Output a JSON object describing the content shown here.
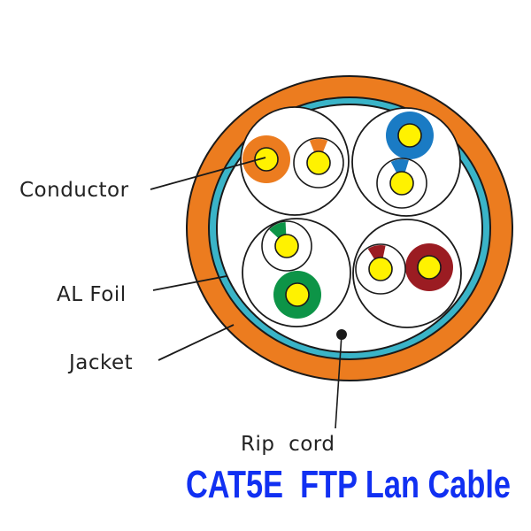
{
  "diagram": {
    "title": "CAT5E  FTP Lan Cable",
    "labels": {
      "conductor": "Conductor",
      "al_foil": "AL Foil",
      "jacket": "Jacket",
      "rip_cord": "Rip  cord"
    },
    "colors": {
      "jacket": "#ec7c1f",
      "foil": "#3ab4c8",
      "conductor": "#fff200",
      "outline": "#1a1a1a",
      "title": "#1130f2"
    },
    "pairs": [
      {
        "name": "orange-pair",
        "color": "#ec7c1f",
        "solid_wire": "orange",
        "striped_wire": "white-orange"
      },
      {
        "name": "blue-pair",
        "color": "#1a7bc4",
        "solid_wire": "blue",
        "striped_wire": "white-blue"
      },
      {
        "name": "green-pair",
        "color": "#0d9447",
        "solid_wire": "green",
        "striped_wire": "white-green"
      },
      {
        "name": "brown-pair",
        "color": "#9b1c22",
        "solid_wire": "brown",
        "striped_wire": "white-brown"
      }
    ]
  }
}
